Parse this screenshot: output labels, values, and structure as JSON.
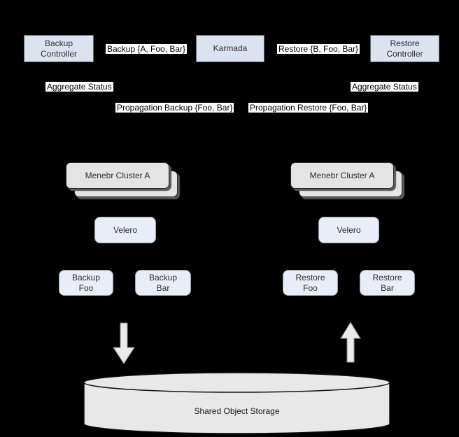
{
  "colors": {
    "background": "#000000",
    "plane_node_fill": "#dce3f0",
    "plane_node_border": "#5f6b76",
    "rounded_node_fill": "#e9edf7",
    "rounded_node_border": "#98a1b3",
    "cluster_fill": "#e4e4e4",
    "cluster_border": "#2b2b2b",
    "cylinder_fill": "#e8e8e8",
    "cylinder_border": "#111111",
    "arrow_fill": "#ebebeb",
    "arrow_border": "#8f8f8f",
    "label_bg": "#ffffff",
    "label_text": "#000000"
  },
  "control_plane": {
    "backup_controller": "Backup\nController",
    "karmada": "Karmada",
    "restore_controller": "Restore\nController"
  },
  "labels": {
    "backup_crd": "Backup {A, Foo, Bar}",
    "restore_crd": "Restore {B, Foo, Bar}",
    "aggregate_status_left": "Aggregate Status",
    "aggregate_status_right": "Aggregate Status",
    "propagation_backup": "Propagation Backup {Foo, Bar}",
    "propagation_restore": "Propagation Restore {Foo, Bar}"
  },
  "clusters": {
    "left": {
      "name": "Menebr Cluster A",
      "velero": "Velero",
      "resources": [
        "Backup\nFoo",
        "Backup\nBar"
      ]
    },
    "right": {
      "name": "Menebr Cluster A",
      "velero": "Velero",
      "resources": [
        "Restore\nFoo",
        "Restore\nBar"
      ]
    }
  },
  "arrows": {
    "left_direction": "down",
    "right_direction": "up"
  },
  "storage": {
    "label": "Shared Object Storage"
  }
}
